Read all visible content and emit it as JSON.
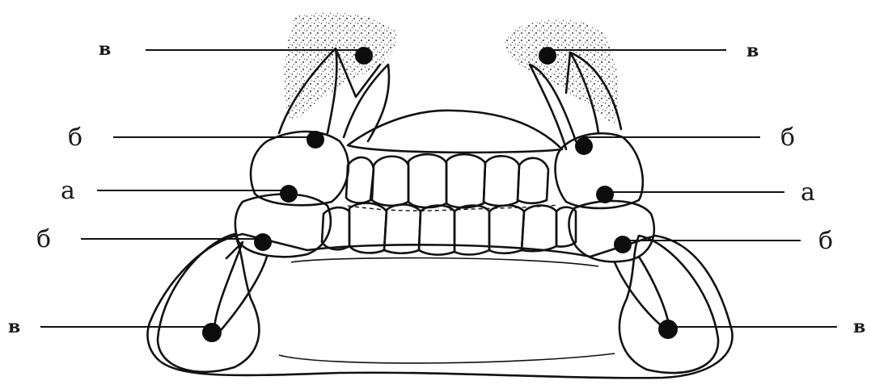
{
  "labels": {
    "a": "а",
    "b": "б",
    "v": "в"
  },
  "colors": {
    "ink": "#111111",
    "bone_stipple": "#555555",
    "background": "#ffffff"
  }
}
